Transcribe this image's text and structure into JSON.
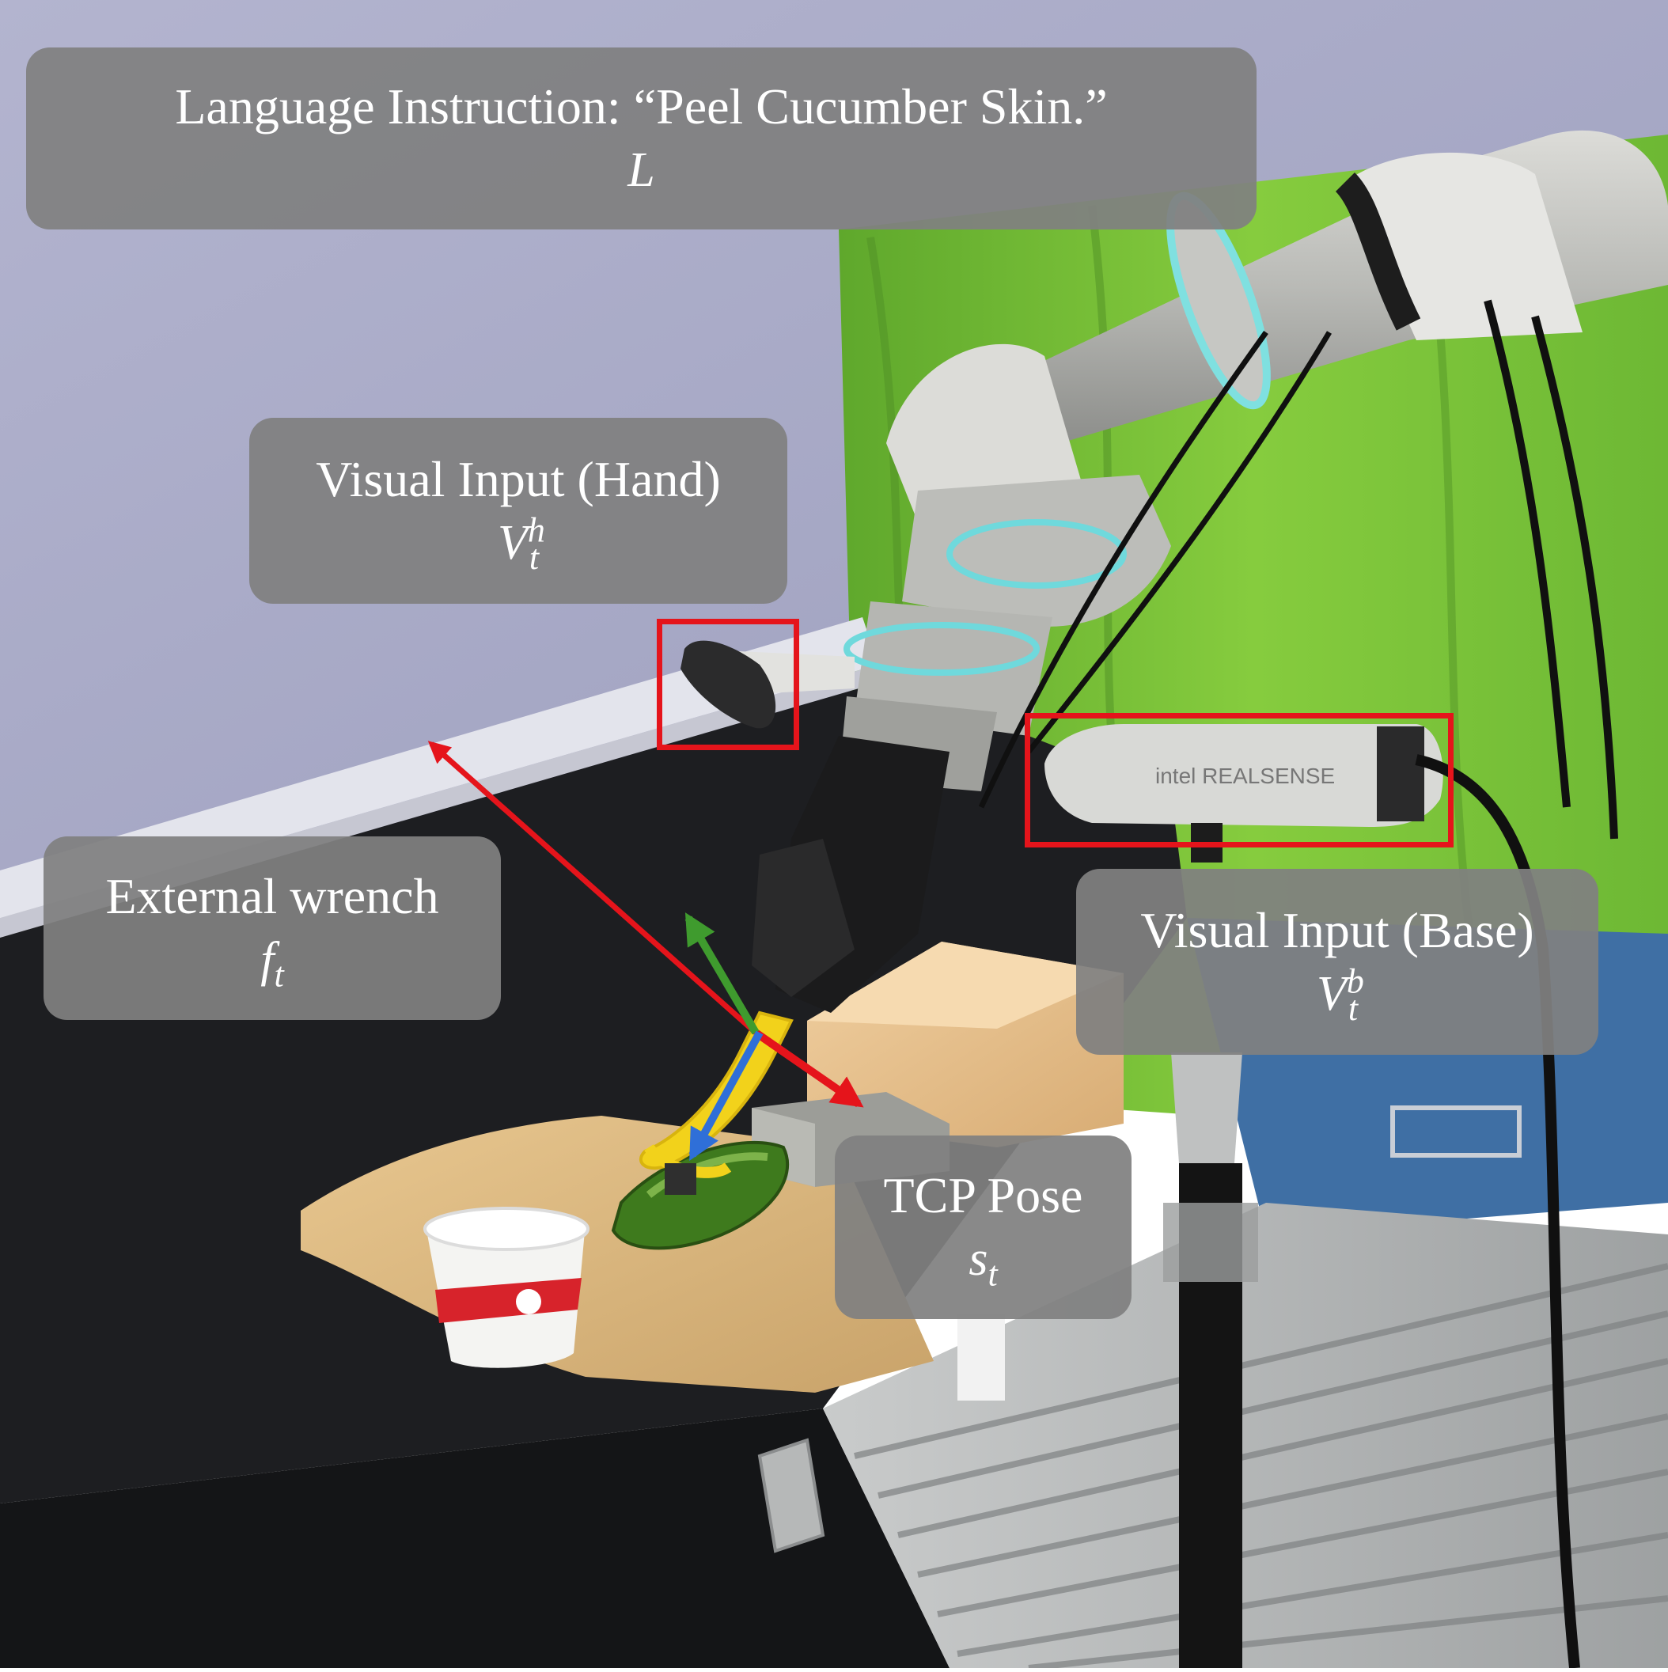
{
  "labels": {
    "language": {
      "text": "Language Instruction: “Peel Cucumber Skin.”",
      "symbol": "L"
    },
    "hand": {
      "text": "Visual Input (Hand)",
      "symbol": "V",
      "sup": "h",
      "sub": "t"
    },
    "wrench": {
      "text": "External wrench",
      "symbol": "f",
      "sub": "t"
    },
    "base": {
      "text": "Visual Input (Base)",
      "symbol": "V",
      "sup": "b",
      "sub": "t"
    },
    "tcp": {
      "text": "TCP Pose",
      "symbol": "s",
      "sub": "t"
    }
  },
  "camera_brand": "intel REALSENSE",
  "colors": {
    "highlight": "#e5141b",
    "label_bg": "#808080",
    "green_screen": "#7cc23a",
    "wall": "#a7a9c6",
    "axis_green": "#3f9b2e",
    "axis_blue": "#2f6fd8",
    "peeler": "#f2d21b"
  }
}
